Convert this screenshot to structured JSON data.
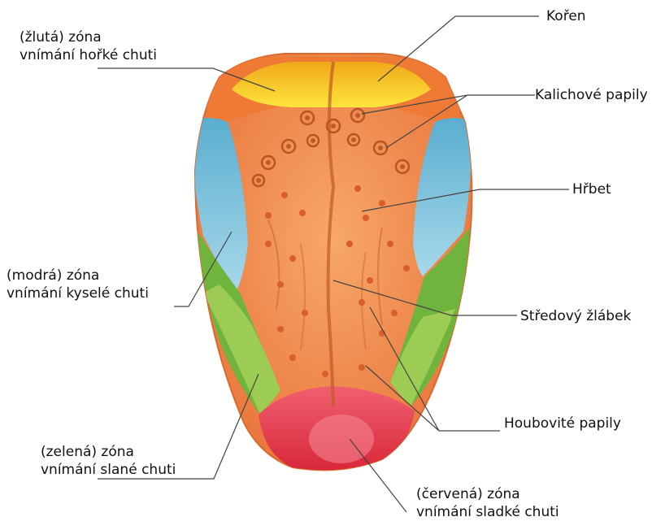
{
  "labels": {
    "yellow_zone": [
      "(žlutá) zóna",
      "vnímání hořké chuti"
    ],
    "blue_zone": [
      "(modrá) zóna",
      "vnímání kyselé chuti"
    ],
    "green_zone": [
      "(zelená) zóna",
      "vnímání slané chuti"
    ],
    "red_zone": [
      "(červená) zóna",
      "vnímání sladké chuti"
    ],
    "root": "Kořen",
    "vallate_papillae": "Kalichové papily",
    "dorsum": "Hřbet",
    "median_sulcus": "Středový žlábek",
    "fungiform_papillae": "Houbovité papily"
  },
  "colors": {
    "bitter": "#f5c81a",
    "sour": "#7ec3dc",
    "salty": "#8fc84a",
    "sweet": "#e8404e",
    "tongue": "#f08c4a"
  }
}
